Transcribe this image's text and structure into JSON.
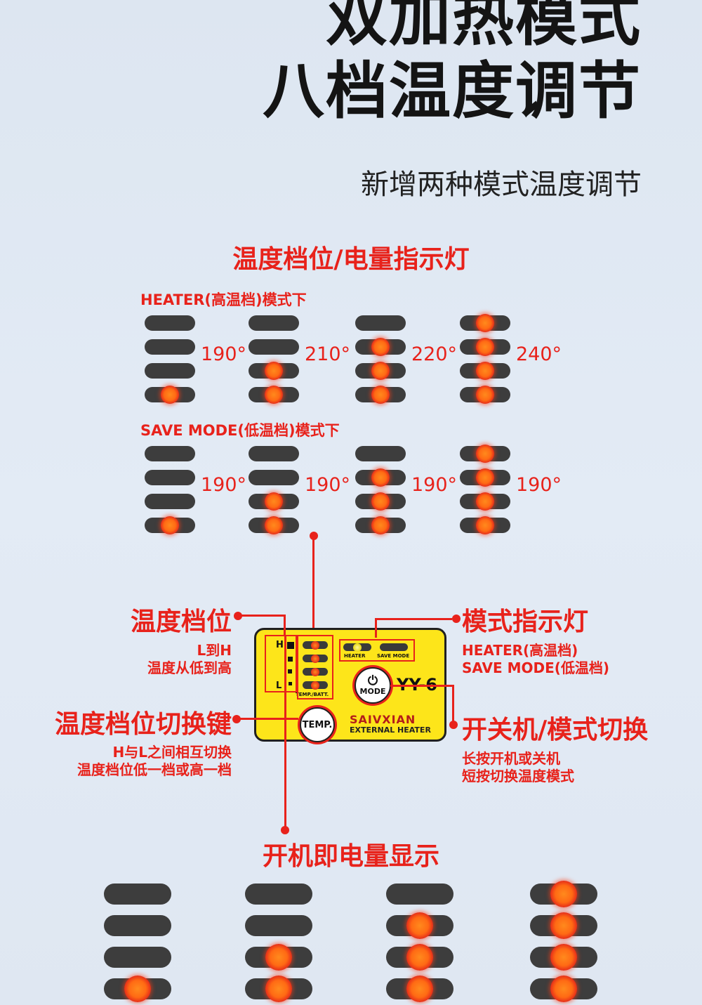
{
  "header": {
    "title_line1": "双加热模式",
    "title_line2": "八档温度调节",
    "subtitle": "新增两种模式温度调节"
  },
  "indicator_section": {
    "title": "温度档位/电量指示灯",
    "heater_mode_label": "HEATER(高温档)模式下",
    "save_mode_label": "SAVE MODE(低温档)模式下",
    "heater_groups": [
      {
        "temp": "190°",
        "lit_levels": 1
      },
      {
        "temp": "210°",
        "lit_levels": 2
      },
      {
        "temp": "220°",
        "lit_levels": 3
      },
      {
        "temp": "240°",
        "lit_levels": 4
      }
    ],
    "save_groups": [
      {
        "temp": "190°",
        "lit_levels": 1
      },
      {
        "temp": "190°",
        "lit_levels": 2
      },
      {
        "temp": "190°",
        "lit_levels": 3
      },
      {
        "temp": "190°",
        "lit_levels": 4
      }
    ]
  },
  "device": {
    "level_letter_high": "H",
    "level_letter_low": "L",
    "temp_batt_label": "TEMP./BATT.",
    "heater_led_label": "HEATER",
    "save_led_label": "SAVE MODE",
    "model": "YY-6",
    "mode_button": "MODE",
    "temp_button": "TEMP.",
    "brand": "SAIVXIAN",
    "brand_sub": "EXTERNAL HEATER"
  },
  "annotations": {
    "level_title": "温度档位",
    "level_text1": "L到H",
    "level_text2": "温度从低到高",
    "level_key_title": "温度档位切换键",
    "level_key_text1": "H与L之间相互切换",
    "level_key_text2": "温度档位低一档或高一档",
    "mode_led_title": "模式指示灯",
    "mode_led_text1": "HEATER(高温档)",
    "mode_led_text2": "SAVE MODE(低温档)",
    "power_title": "开关机/模式切换",
    "power_text1": "长按开机或关机",
    "power_text2": "短按切换温度模式"
  },
  "battery_section": {
    "title": "开机即电量显示",
    "groups": [
      {
        "lit_levels": 1
      },
      {
        "lit_levels": 2
      },
      {
        "lit_levels": 3
      },
      {
        "lit_levels": 4
      }
    ]
  },
  "colors": {
    "accent_red": "#e8221b",
    "led_orange": "#ff6a14",
    "device_yellow": "#fde51a",
    "bar_dark": "#3d3d3d"
  }
}
